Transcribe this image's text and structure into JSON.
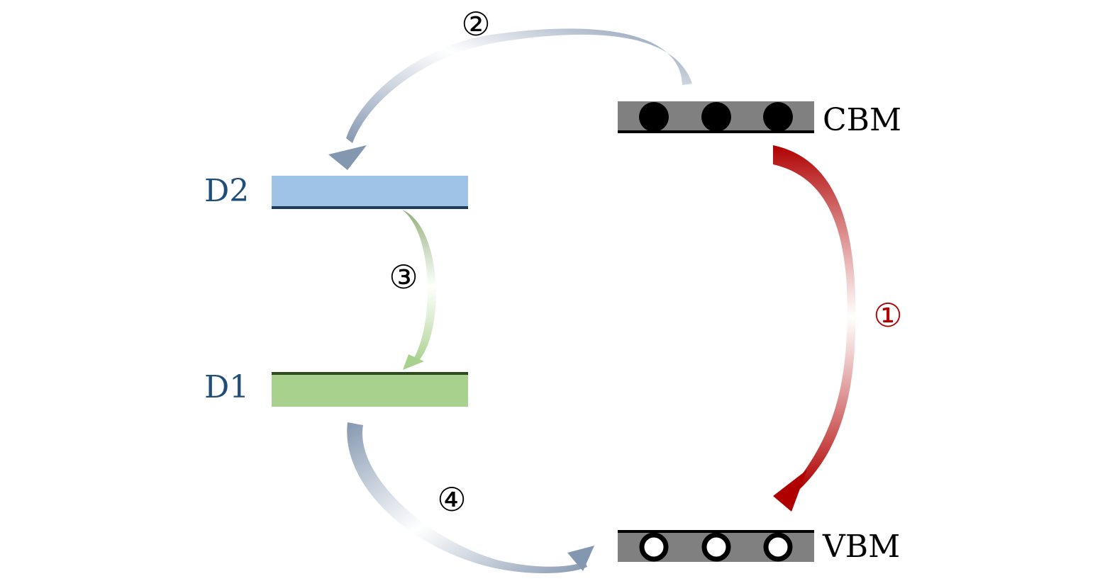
{
  "levels": {
    "cbm": {
      "label": "CBM",
      "carrier": "electron",
      "carrier_count": 3,
      "color": "#808080"
    },
    "vbm": {
      "label": "VBM",
      "carrier": "hole",
      "carrier_count": 3,
      "color": "#808080"
    },
    "d2": {
      "label": "D2",
      "color": "#9fc3e6",
      "edge_color": "#1f3b5c"
    },
    "d1": {
      "label": "D1",
      "color": "#a9d18e",
      "edge_color": "#2e4a1e"
    }
  },
  "label_color": "#1f4e79",
  "transitions": [
    {
      "id": "1",
      "marker": "①",
      "from": "CBM",
      "to": "VBM",
      "color": "#a50000"
    },
    {
      "id": "2",
      "marker": "②",
      "from": "CBM",
      "to": "D2",
      "color": "#8497b0"
    },
    {
      "id": "3",
      "marker": "③",
      "from": "D2",
      "to": "D1",
      "color": "#a9d18e"
    },
    {
      "id": "4",
      "marker": "④",
      "from": "D1",
      "to": "VBM",
      "color": "#8497b0"
    }
  ]
}
